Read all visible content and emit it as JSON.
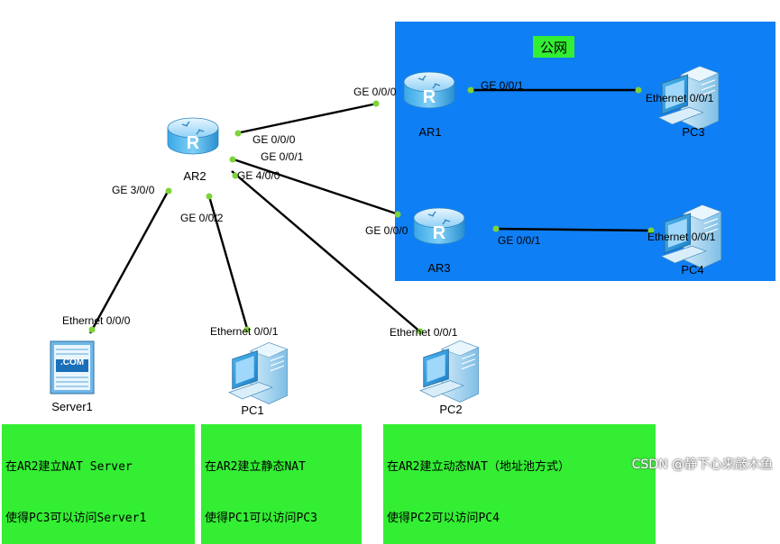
{
  "region": {
    "label": "公网",
    "color": "#0f7ff5",
    "label_bg": "#33ee33"
  },
  "devices": {
    "ar1": {
      "name": "AR1",
      "icon": "router-icon"
    },
    "ar2": {
      "name": "AR2",
      "icon": "router-icon"
    },
    "ar3": {
      "name": "AR3",
      "icon": "router-icon"
    },
    "pc1": {
      "name": "PC1",
      "icon": "pc-icon"
    },
    "pc2": {
      "name": "PC2",
      "icon": "pc-icon"
    },
    "pc3": {
      "name": "PC3",
      "icon": "pc-icon"
    },
    "pc4": {
      "name": "PC4",
      "icon": "pc-icon"
    },
    "server1": {
      "name": "Server1",
      "icon": "server-icon",
      "badge": ".COM"
    }
  },
  "ports": {
    "ar2_ge000": "GE 0/0/0",
    "ar2_ge001": "GE 0/0/1",
    "ar2_ge400": "GE 4/0/0",
    "ar2_ge300": "GE 3/0/0",
    "ar2_ge002": "GE 0/0/2",
    "ar1_ge000": "GE 0/0/0",
    "ar1_ge001": "GE 0/0/1",
    "ar3_ge000": "GE 0/0/0",
    "ar3_ge001": "GE 0/0/1",
    "pc3_eth": "Ethernet 0/0/1",
    "pc4_eth": "Ethernet 0/0/1",
    "server1_eth": "Ethernet 0/0/0",
    "pc1_eth": "Ethernet 0/0/1",
    "pc2_eth": "Ethernet 0/0/1"
  },
  "notes": [
    {
      "line1": "在AR2建立NAT Server",
      "line2": "使得PC3可以访问Server1"
    },
    {
      "line1": "在AR2建立静态NAT",
      "line2": "使得PC1可以访问PC3"
    },
    {
      "line1": "在AR2建立动态NAT（地址池方式）",
      "line2": "使得PC2可以访问PC4"
    }
  ],
  "watermark": "CSDN @静下心来敲木鱼"
}
